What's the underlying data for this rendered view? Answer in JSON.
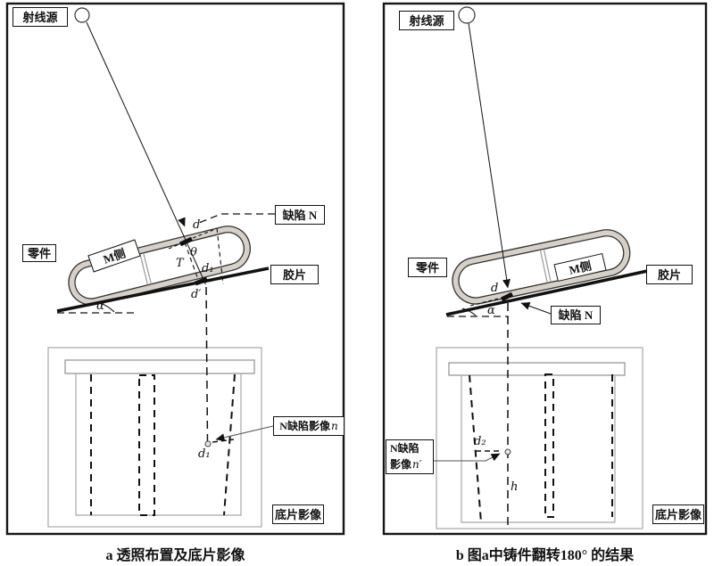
{
  "figure": {
    "type": "radiographic-testing-diagram",
    "colors": {
      "wall_fill": "#d7d0c8",
      "outline": "#222222",
      "gray_structure": "#a0a0a0",
      "background": "#ffffff"
    },
    "panel_a": {
      "caption": "a 透照布置及底片影像",
      "source_label": "射线源",
      "part_label": "零件",
      "side_label": "M侧",
      "defect_label": "缺陷 N",
      "film_label": "胶片",
      "film_image_label": "底片影像",
      "defect_image_prefix": "N缺陷影像",
      "defect_image_symbol": "n",
      "sym": {
        "d": "d",
        "theta": "θ",
        "T": "T",
        "d1": "d₁",
        "d_prime": "d′",
        "alpha": "α",
        "d1_img": "d₁"
      }
    },
    "panel_b": {
      "caption": "b 图a中铸件翻转180° 的结果",
      "source_label": "射线源",
      "part_label": "零件",
      "side_label": "M侧",
      "defect_label": "缺陷 N",
      "film_label": "胶片",
      "film_image_label": "底片影像",
      "defect_image_line1": "N缺陷",
      "defect_image_line2_prefix": "影像",
      "defect_image_symbol": "n′",
      "sym": {
        "d": "d",
        "alpha": "α",
        "d2": "d₂",
        "h": "h"
      }
    }
  }
}
